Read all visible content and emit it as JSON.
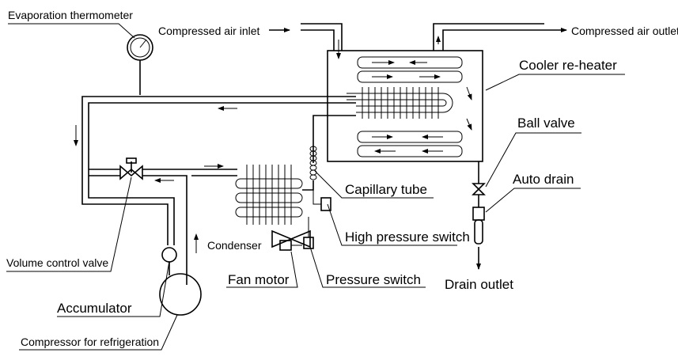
{
  "labels": {
    "evaporation_thermometer": "Evaporation thermometer",
    "compressed_air_inlet": "Compressed air inlet",
    "compressed_air_outlet": "Compressed air outlet",
    "cooler_reheater": "Cooler re-heater",
    "ball_valve": "Ball valve",
    "auto_drain": "Auto drain",
    "capillary_tube": "Capillary tube",
    "high_pressure_switch": "High pressure switch",
    "condenser": "Condenser",
    "volume_control_valve": "Volume control valve",
    "fan_motor": "Fan motor",
    "pressure_switch": "Pressure switch",
    "drain_outlet": "Drain outlet",
    "accumulator": "Accumulator",
    "compressor": "Compressor for refrigeration"
  }
}
